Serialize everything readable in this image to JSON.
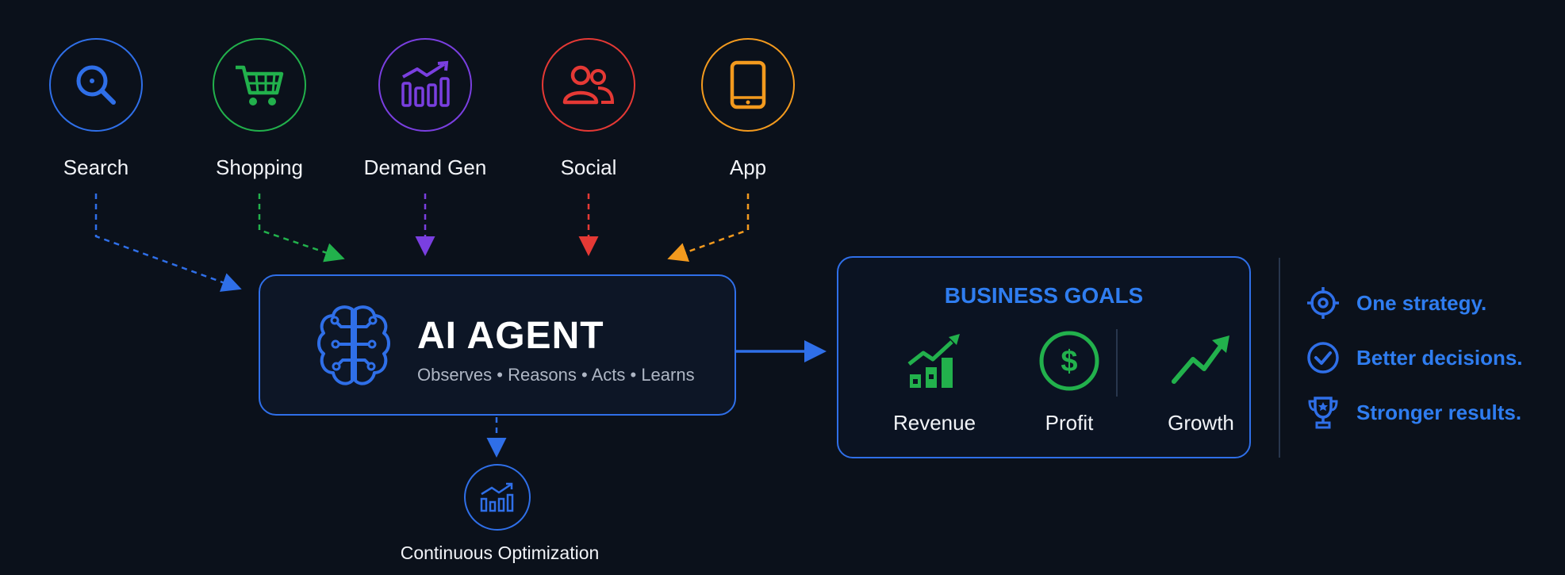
{
  "channels": [
    {
      "label": "Search",
      "icon": "search-icon",
      "color": "#2f6fe8"
    },
    {
      "label": "Shopping",
      "icon": "shopping-cart-icon",
      "color": "#22b14c"
    },
    {
      "label": "Demand Gen",
      "icon": "bar-chart-trend-icon",
      "color": "#7a3fe0"
    },
    {
      "label": "Social",
      "icon": "users-icon",
      "color": "#e53935"
    },
    {
      "label": "App",
      "icon": "tablet-icon",
      "color": "#f39a1e"
    }
  ],
  "agent": {
    "title": "AI AGENT",
    "subtitle": "Observes • Reasons • Acts • Learns",
    "icon": "brain-icon"
  },
  "optimization": {
    "label": "Continuous Optimization",
    "icon": "chart-growth-icon"
  },
  "goals": {
    "title": "BUSINESS GOALS",
    "items": [
      {
        "label": "Revenue",
        "icon": "revenue-chart-icon"
      },
      {
        "label": "Profit",
        "icon": "dollar-icon"
      },
      {
        "label": "Growth",
        "icon": "growth-arrow-icon"
      }
    ]
  },
  "benefits": [
    {
      "label": "One strategy.",
      "icon": "target-icon"
    },
    {
      "label": "Better decisions.",
      "icon": "check-circle-icon"
    },
    {
      "label": "Stronger results.",
      "icon": "trophy-icon"
    }
  ],
  "colors": {
    "background": "#0b111b",
    "accent_blue": "#2f6fe8",
    "green": "#22b14c",
    "purple": "#7a3fe0",
    "red": "#e53935",
    "orange": "#f39a1e"
  }
}
